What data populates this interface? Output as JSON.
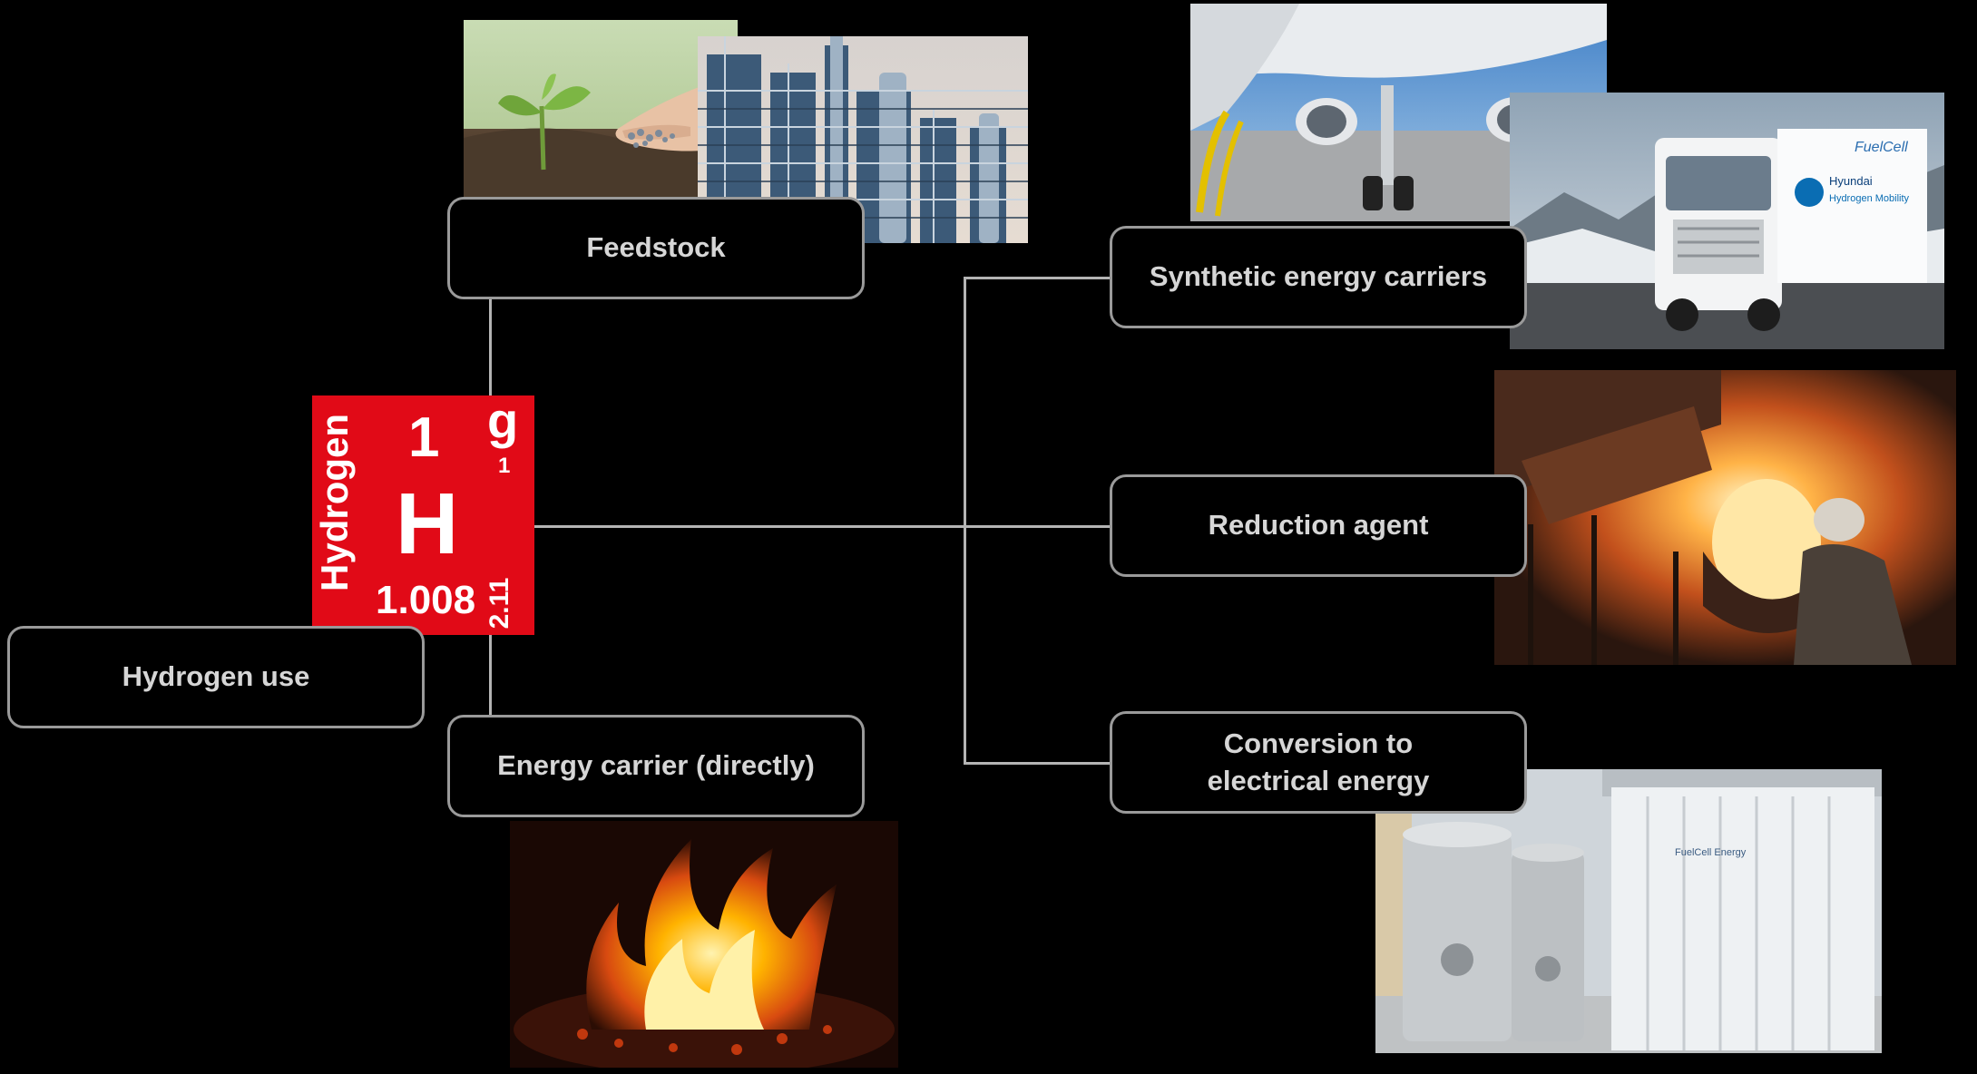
{
  "root": {
    "label": "Hydrogen use"
  },
  "element_tile": {
    "name": "Hydrogen",
    "number": "1",
    "symbol": "H",
    "mass": "1.008",
    "state": "g",
    "valence": "1",
    "electronegativity": "2.11",
    "color": "#e10a17"
  },
  "nodes": {
    "feedstock": "Feedstock",
    "energy_carrier_direct": "Energy carrier (directly)",
    "synthetic": "Synthetic energy carriers",
    "reduction": "Reduction agent",
    "conversion": "Conversion to\nelectrical energy"
  },
  "truck_text": {
    "brand": "Hyundai",
    "line2": "Hydrogen Mobility",
    "fuel": "FuelCell"
  },
  "plant_text": {
    "brand": "FuelCell Energy"
  },
  "colors": {
    "background": "#000000",
    "box_border": "#9a9a9a",
    "box_text": "#d6d6d6",
    "connector": "#b4b4b4"
  },
  "photos": [
    "seedling-fertilizer-photo",
    "refinery-photo",
    "airplane-photo",
    "fuel-cell-truck-photo",
    "steel-furnace-photo",
    "flame-photo",
    "fuel-cell-plant-photo"
  ]
}
